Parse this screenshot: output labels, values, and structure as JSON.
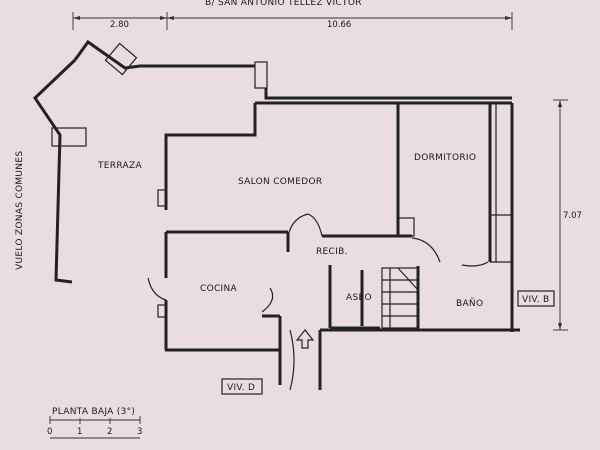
{
  "header": {
    "top_text": "B/ SAN ANTONIO TELLEZ VICTOR",
    "dim_left": "2.80",
    "dim_right": "10.66",
    "dim_height": "7.07"
  },
  "rooms": {
    "terraza": "TERRAZA",
    "salon": "SALON COMEDOR",
    "dormitorio": "DORMITORIO",
    "recib": "RECIB.",
    "cocina": "COCINA",
    "aseo": "ASEO",
    "bano": "BAÑO"
  },
  "side_label": "VUELO ZONAS COMUNES",
  "tags": {
    "viv_b": "VIV. B",
    "viv_d": "VIV. D"
  },
  "scale": {
    "title": "PLANTA BAJA (3°)",
    "ticks": [
      "0",
      "1",
      "2",
      "3"
    ]
  }
}
